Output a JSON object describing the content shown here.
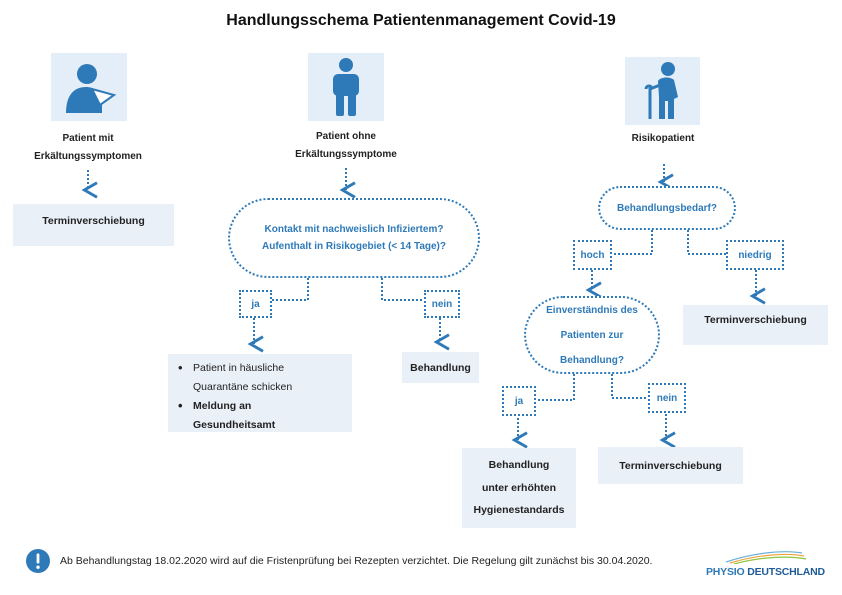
{
  "title": "Handlungsschema Patientenmanagement Covid-19",
  "columns": {
    "left": {
      "icon": "patient-coughing-icon",
      "caption_lines": [
        "Patient mit",
        "Erkältungssymptomen"
      ],
      "result": "Terminverschiebung"
    },
    "middle": {
      "icon": "person-standing-icon",
      "caption_lines": [
        "Patient ohne",
        "Erkältungssymptome"
      ],
      "question_lines": [
        "Kontakt mit nachweislich Infiziertem?",
        "Aufenthalt in Risikogebiet (< 14 Tage)?"
      ],
      "yes_label": "ja",
      "no_label": "nein",
      "yes_actions": [
        {
          "lines": [
            "Patient in häusliche",
            "Quarantäne schicken"
          ]
        },
        {
          "lines": [
            "Meldung an",
            "Gesundheitsamt"
          ]
        }
      ],
      "no_result": "Behandlung"
    },
    "right": {
      "icon": "elderly-person-with-cane-icon",
      "caption": "Risikopatient",
      "question": "Behandlungsbedarf?",
      "high_label": "hoch",
      "low_label": "niedrig",
      "low_result": "Terminverschiebung",
      "consent_lines": [
        "Einverständnis des",
        "Patienten zur",
        "Behandlung?"
      ],
      "consent_yes_label": "ja",
      "consent_no_label": "nein",
      "consent_yes_result_lines": [
        "Behandlung",
        "unter erhöhten",
        "Hygienestandards"
      ],
      "consent_no_result": "Terminverschiebung"
    }
  },
  "footer": {
    "icon": "exclamation-icon",
    "note": "Ab Behandlungstag 18.02.2020 wird auf die Fristenprüfung bei Rezepten verzichtet. Die Regelung gilt zunächst bis 30.04.2020.",
    "logo_part1": "PHYSIO",
    "logo_part2": "DEUTSCHLAND"
  },
  "colors": {
    "accent": "#2e7ab8",
    "box_bg": "#e9f0f8",
    "icon_bg": "#e4eef8"
  }
}
